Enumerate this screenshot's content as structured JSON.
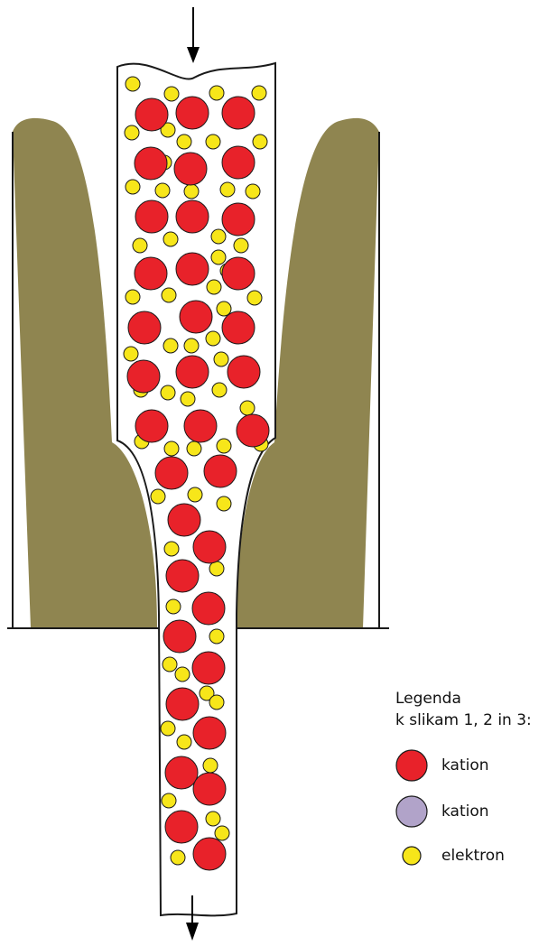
{
  "colors": {
    "wall": "#8f8550",
    "kation_red": "#e8222a",
    "kation_purple": "#b1a3c9",
    "elektron": "#f7e61a",
    "outline": "#1a1a1a",
    "background": "#ffffff"
  },
  "legend": {
    "title": "Legenda",
    "subtitle": "k slikam 1, 2 in 3:",
    "items": [
      {
        "key": "kation_red",
        "label": "kation"
      },
      {
        "key": "kation_purple",
        "label": "kation"
      },
      {
        "key": "elektron",
        "label": "elektron"
      }
    ]
  },
  "icons": {
    "flow_in": "down-arrow-icon",
    "flow_out": "down-arrow-icon"
  }
}
